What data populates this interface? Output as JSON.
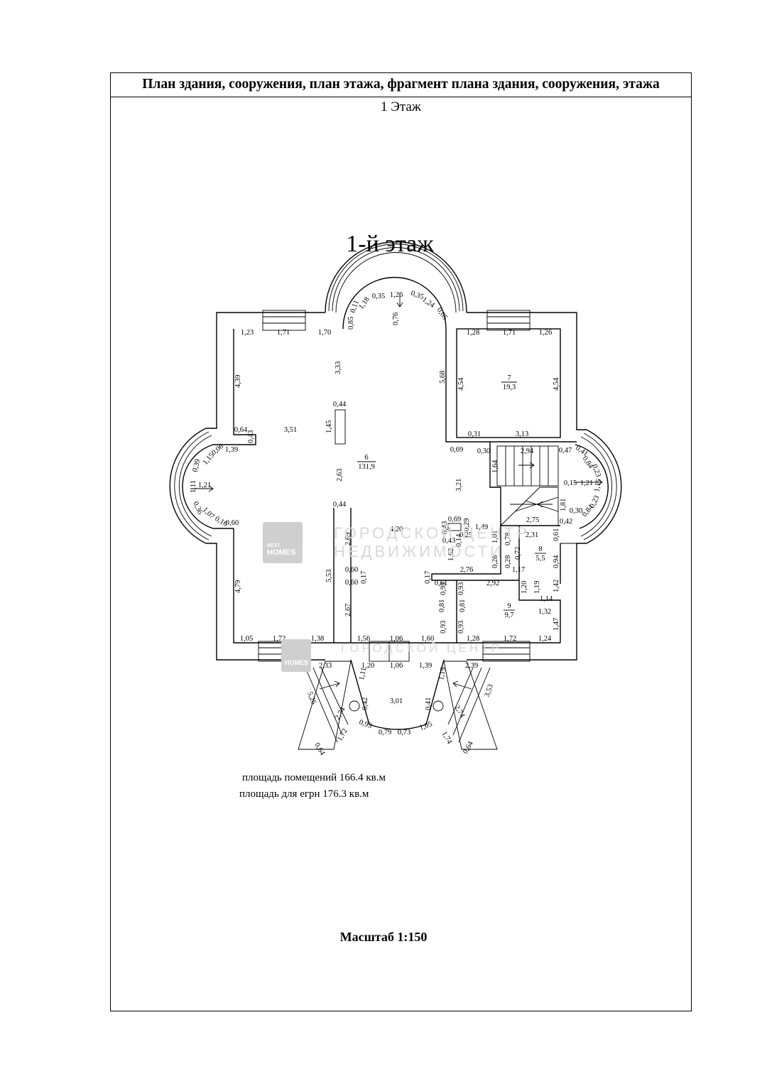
{
  "header": {
    "title": "План здания, сооружения, план этажа, фрагмент плана здания, сооружения, этажа"
  },
  "floor": {
    "label": "1 Этаж",
    "plan_title": "1-й этаж"
  },
  "rooms": [
    {
      "num": "6",
      "area": "131,9"
    },
    {
      "num": "7",
      "area": "19,3"
    },
    {
      "num": "8",
      "area": "5,5"
    },
    {
      "num": "9",
      "area": "9,7"
    }
  ],
  "dims": {
    "d01": "1,23",
    "d02": "1,71",
    "d03": "1,70",
    "d04": "0,85",
    "d05": "0,11",
    "d06": "1,18",
    "d07": "0,35",
    "d08": "1,26",
    "d09": "0,35",
    "d10": "1,24",
    "d11": "0,05",
    "d12": "0,76",
    "d13": "1,28",
    "d14": "1,71",
    "d15": "1,26",
    "d16": "4,39",
    "d17": "3,33",
    "d18": "5,68",
    "d19": "4,54",
    "d20": "4,54",
    "d21": "0,44",
    "d22": "1,45",
    "d23": "0,64",
    "d24": "0,43",
    "d25": "3,51",
    "d26": "0,31",
    "d27": "3,13",
    "d28": "0,69",
    "d29": "0,30",
    "d30": "2,94",
    "d31": "0,47",
    "d32": "0,41",
    "d33": "0,84",
    "d34": "0,23",
    "d35": "1,15",
    "d36": "0,06",
    "d37": "1,39",
    "d38": "0,39",
    "d39": "1,11",
    "d40": "1,21",
    "d41": "0,36",
    "d42": "1,07",
    "d43": "0,16",
    "d44": "0,60",
    "d45": "2,63",
    "d46": "1,64",
    "d47": "3,21",
    "d48": "0,15",
    "d49": "1,21",
    "d50": "1,15",
    "d51": "0,84",
    "d52": "0,23",
    "d53": "0,30",
    "d54": "0,42",
    "d55": "1,81",
    "d56": "2,75",
    "d57": "0,44",
    "d58": "4,20",
    "d59": "0,69",
    "d60": "0,43",
    "d61": "0,29",
    "d62": "0,25",
    "d63": "1,49",
    "d64": "0,43",
    "d65": "0,14",
    "d66": "1,62",
    "d67": "1,01",
    "d68": "0,78",
    "d69": "2,31",
    "d70": "0,61",
    "d71": "0,72",
    "d72": "0,94",
    "d73": "2,69",
    "d74": "5,53",
    "d75": "4,79",
    "d76": "0,60",
    "d77": "0,17",
    "d78": "0,60",
    "d79": "2,76",
    "d80": "0,28",
    "d81": "0,28",
    "d82": "1,17",
    "d83": "0,17",
    "d84": "0,61",
    "d85": "2,92",
    "d86": "0,93",
    "d87": "0,93",
    "d88": "1,19",
    "d89": "1,42",
    "d90": "1,20",
    "d91": "1,14",
    "d92": "1,32",
    "d93": "0,81",
    "d94": "0,81",
    "d95": "2,67",
    "d96": "0,93",
    "d97": "0,93",
    "d98": "1,47",
    "d99": "1,05",
    "e01": "1,72",
    "e02": "1,38",
    "e03": "1,56",
    "e04": "1,06",
    "e05": "1,60",
    "e06": "1,28",
    "e07": "1,72",
    "e08": "1,24",
    "e09": "2,33",
    "e10": "1,20",
    "e11": "1,06",
    "e12": "1,39",
    "e13": "2,39",
    "e14": "1,11",
    "e15": "1,19",
    "e16": "3,01",
    "e17": "5,26",
    "e18": "0,42",
    "e19": "0,41",
    "e20": "3,53",
    "e21": "2,74",
    "e22": "2,74",
    "e23": "0,93",
    "e24": "0,79",
    "e25": "0,73",
    "e26": "1,05",
    "e27": "1,72",
    "e28": "1,74",
    "e29": "0,64",
    "e30": "0,64"
  },
  "summary": {
    "rooms_area": "площадь помещений 166.4 кв.м",
    "egrn_area": "площадь для егрн 176.3 кв.м"
  },
  "scale": "Масштаб 1:150",
  "watermark": {
    "line1": "ГОРОДСКОЙ ЦЕНТР",
    "line2": "НЕДВИЖИМОСТИ",
    "logo_top": "BEST",
    "logo_bottom": "HOMES"
  }
}
